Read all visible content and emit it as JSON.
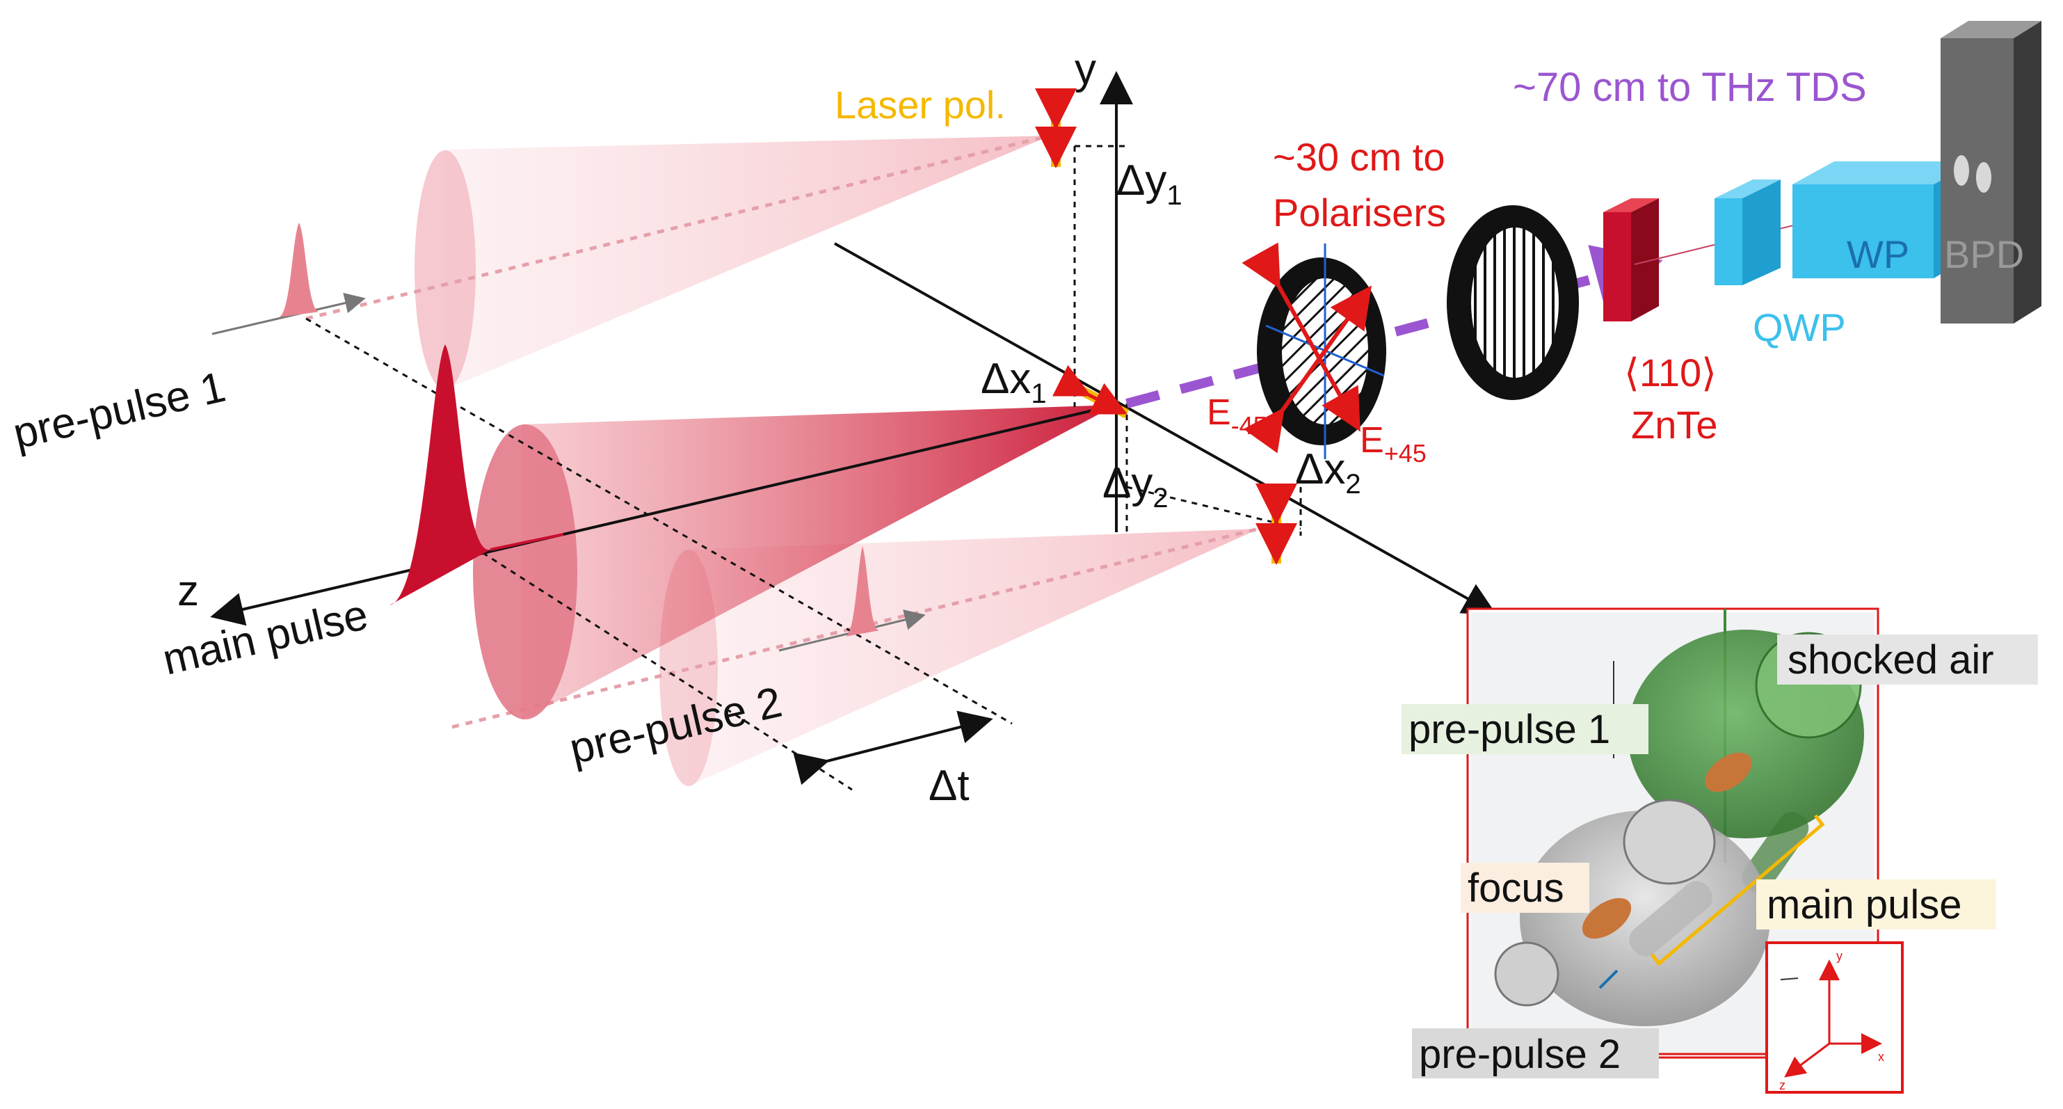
{
  "axes": {
    "y": "y",
    "z": "z",
    "x": "x"
  },
  "offsets": {
    "dy1": {
      "base": "Δy",
      "sub": "1"
    },
    "dx1": {
      "base": "Δx",
      "sub": "1"
    },
    "dy2": {
      "base": "Δy",
      "sub": "2"
    },
    "dx2": {
      "base": "Δx",
      "sub": "2"
    },
    "dt": "Δt"
  },
  "pulses": {
    "pre1": "pre-pulse 1",
    "main": "main pulse",
    "pre2": "pre-pulse 2"
  },
  "laser_pol": "Laser pol.",
  "distances": {
    "polarisers_line1": "~30 cm to",
    "polarisers_line2": "Polarisers",
    "tds": "~70 cm to THz TDS"
  },
  "fields": {
    "em45": {
      "base": "E",
      "sub": "-45"
    },
    "ep45": {
      "base": "E",
      "sub": "+45"
    }
  },
  "components": {
    "crystal_line1": "⟨110⟩",
    "crystal_line2": "ZnTe",
    "qwp": "QWP",
    "wp": "WP",
    "bpd": "BPD"
  },
  "inset": {
    "shocked_air": "shocked air",
    "pre1": "pre-pulse 1",
    "focus": "focus",
    "main": "main pulse",
    "pre2": "pre-pulse 2",
    "mini_axes": {
      "x": "x",
      "y": "y",
      "z": "z"
    }
  },
  "colors": {
    "laser_red": "#d8263a",
    "pol_yellow": "#f5b800",
    "thz_purple": "#9b55d0",
    "crystal_red": "#c8102e",
    "optic_blue": "#3cc0ec",
    "inset_border": "#e01818",
    "shock_green": "#3f8a3a"
  },
  "icons": [
    "double-arrow-icon",
    "polariser-icon",
    "photodiode-icon"
  ]
}
